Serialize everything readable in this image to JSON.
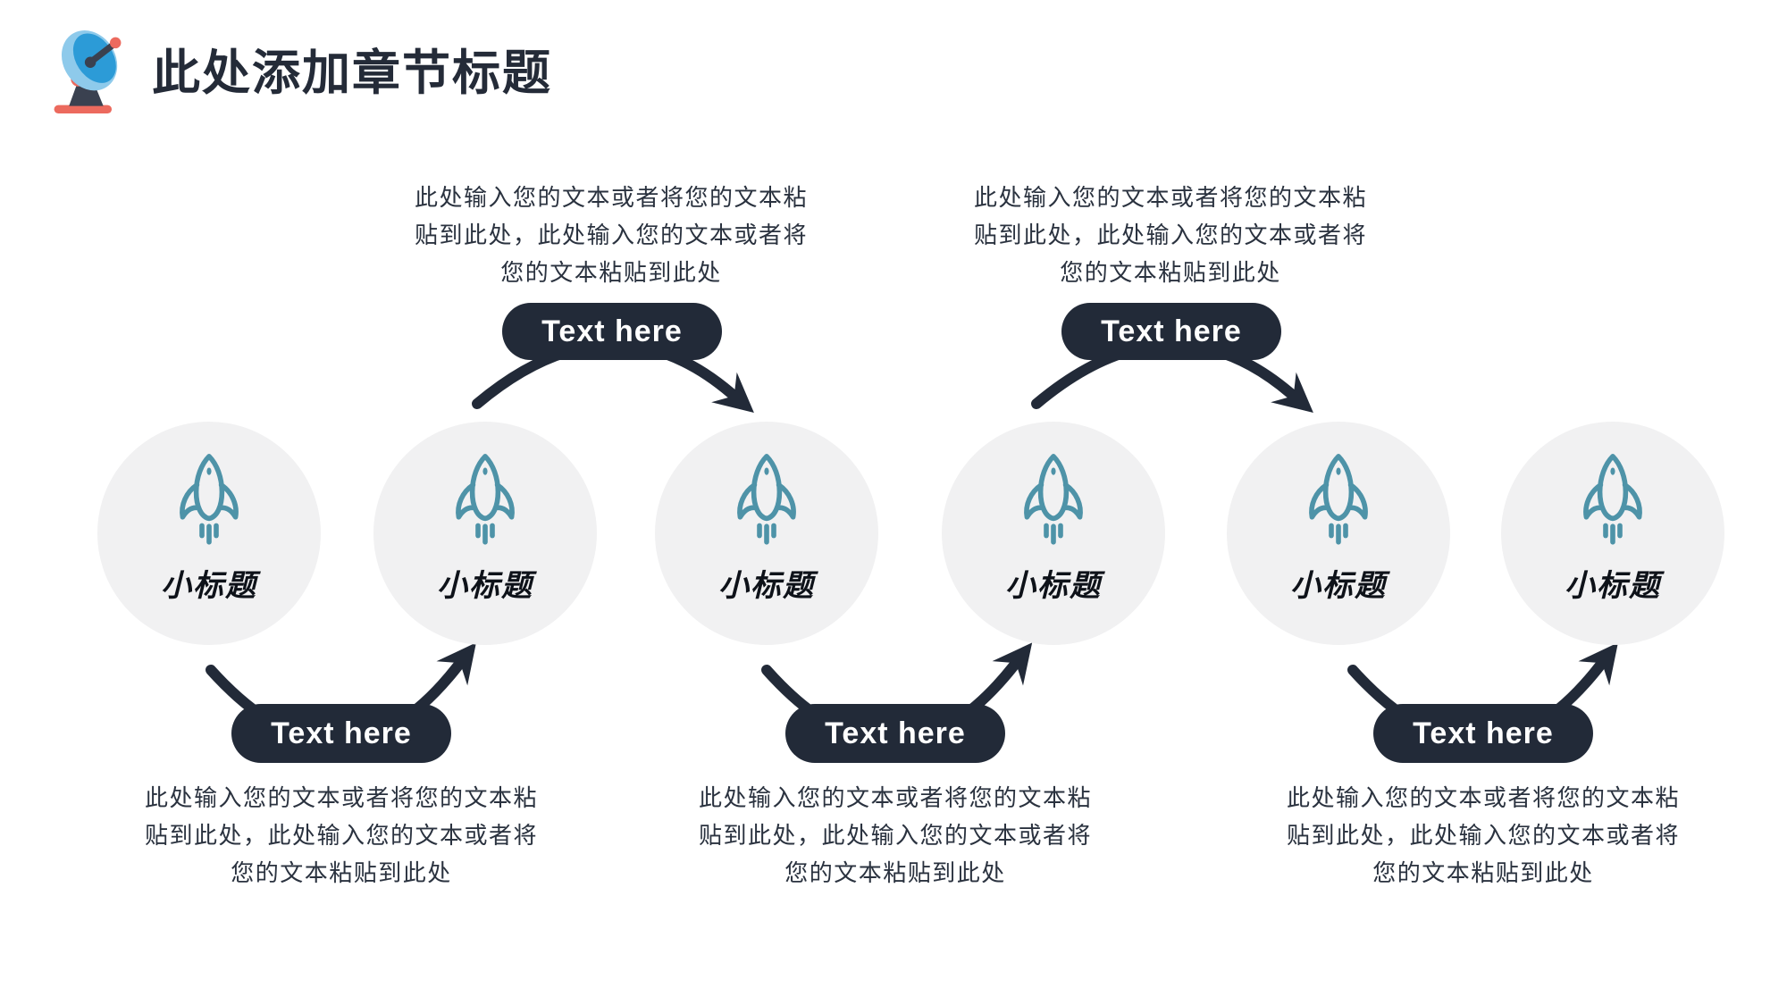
{
  "header": {
    "title": "此处添加章节标题",
    "logo_icon": "satellite-dish-icon"
  },
  "steps": [
    {
      "label": "小标题",
      "icon": "rocket-icon"
    },
    {
      "label": "小标题",
      "icon": "rocket-icon"
    },
    {
      "label": "小标题",
      "icon": "rocket-icon"
    },
    {
      "label": "小标题",
      "icon": "rocket-icon"
    },
    {
      "label": "小标题",
      "icon": "rocket-icon"
    },
    {
      "label": "小标题",
      "icon": "rocket-icon"
    }
  ],
  "connectors": [
    {
      "position": "bottom",
      "pill_label": "Text here",
      "lines": [
        "此处输入您的文本或者将您的文本粘",
        "贴到此处，此处输入您的文本或者将",
        "您的文本粘贴到此处"
      ]
    },
    {
      "position": "top",
      "pill_label": "Text here",
      "lines": [
        "此处输入您的文本或者将您的文本粘",
        "贴到此处，此处输入您的文本或者将",
        "您的文本粘贴到此处"
      ]
    },
    {
      "position": "bottom",
      "pill_label": "Text here",
      "lines": [
        "此处输入您的文本或者将您的文本粘",
        "贴到此处，此处输入您的文本或者将",
        "您的文本粘贴到此处"
      ]
    },
    {
      "position": "top",
      "pill_label": "Text here",
      "lines": [
        "此处输入您的文本或者将您的文本粘",
        "贴到此处，此处输入您的文本或者将",
        "您的文本粘贴到此处"
      ]
    },
    {
      "position": "bottom",
      "pill_label": "Text here",
      "lines": [
        "此处输入您的文本或者将您的文本粘",
        "贴到此处，此处输入您的文本或者将",
        "您的文本粘贴到此处"
      ]
    }
  ],
  "colors": {
    "dark_navy": "#222A38",
    "title_text": "#242B38",
    "body_text": "#2A323F",
    "circle_gray": "#F1F1F2",
    "rocket_teal": "#4E93A8",
    "dish_blue": "#2C9BD7",
    "dish_light_blue": "#8ECAEB",
    "coral": "#EC6A5E",
    "slate_gray": "#3A4150"
  }
}
